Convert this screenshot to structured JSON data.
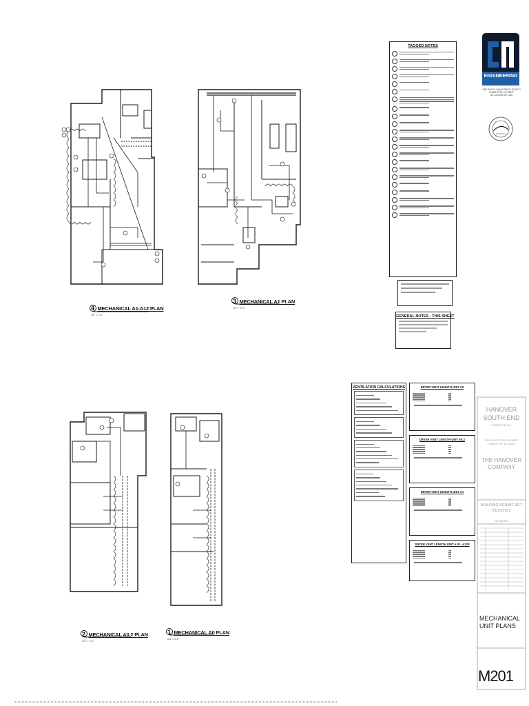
{
  "plans": {
    "a1_a12": {
      "number": "4",
      "title": "MECHANICAL A1-A12 PLAN",
      "scale": "1/4\" = 1'-0\""
    },
    "a1": {
      "number": "3",
      "title": "MECHANICAL A1 PLAN",
      "scale": "1/4\" = 1'-0\""
    },
    "a2": {
      "number": "2",
      "title": "MECHANICAL A0.2 PLAN",
      "scale": "1/4\" = 1'-0\""
    },
    "a0": {
      "number": "1",
      "title": "MECHANICAL A0 PLAN",
      "scale": "1/4\" = 1'-0\""
    }
  },
  "tagged_notes": {
    "title": "TAGGED NOTES",
    "count": 22
  },
  "general_notes": {
    "title": "GENERAL NOTES - THIS SHEET"
  },
  "ventilation": {
    "title": "VENTILATION CALCULATIONS"
  },
  "dryer_vents": [
    {
      "title": "DRYER VENT LENGTH UNIT A0"
    },
    {
      "title": "DRYER VENT LENGTH UNIT A0.2"
    },
    {
      "title": "DRYER VENT LENGTH UNIT A1"
    },
    {
      "title": "DRYER VENT LENGTH UNIT A1P - A12P"
    }
  ],
  "firm": {
    "logo_mark": "CM",
    "name": "ENGINEERING",
    "address": "1809 SOUTH LANCE DRIVE, SUITE G",
    "city": "CHARLOTTE, NC 28217",
    "phone": "NC LICENSE #P-1306"
  },
  "title_block": {
    "project_line1": "HANOVER",
    "project_line2": "SOUTH END",
    "project_city": "CHARLOTTE, N.C.",
    "addr1": "2011 SOUTH TRYON STREET",
    "addr2": "CHARLOTTE, NC 28203",
    "client_line1": "THE HANOVER",
    "client_line2": "COMPANY",
    "issue_line1": "BUILDING PERMIT SET",
    "issue_line2": "03/25/2022",
    "revisions_label": "REVISIONS",
    "sheet_title_line1": "MECHANICAL",
    "sheet_title_line2": "UNIT PLANS",
    "sheet_number": "M201"
  },
  "colors": {
    "logo_blue": "#1f5fa8",
    "logo_dark": "#0f1b2d",
    "line": "#1a1a1a",
    "cloud": "#333333",
    "titleblock_text": "#9a9a9a"
  }
}
